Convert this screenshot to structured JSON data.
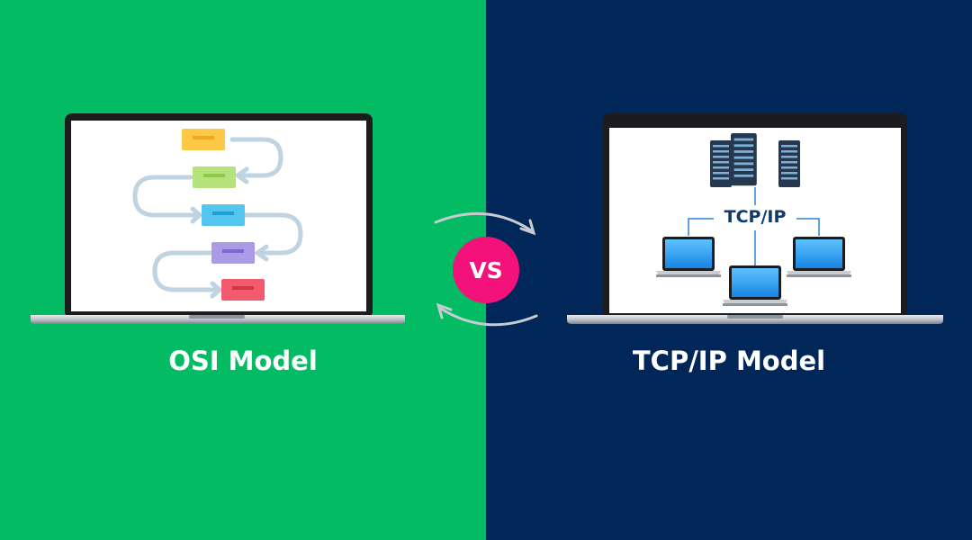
{
  "colors": {
    "left_background": "#02bb62",
    "right_background": "#012758",
    "vs_badge": "#f2127a",
    "layer_colors": [
      "#fcc846",
      "#b5e27a",
      "#53c5ee",
      "#ab9ae6",
      "#f25b6e"
    ],
    "network_blue": "#0f5aa8"
  },
  "left": {
    "title": "OSI Model"
  },
  "right": {
    "title": "TCP/IP Model",
    "diagram_label": "TCP/IP"
  },
  "center": {
    "badge": "VS"
  },
  "icons": [
    "laptop-icon",
    "server-icon",
    "arrow-icon"
  ]
}
